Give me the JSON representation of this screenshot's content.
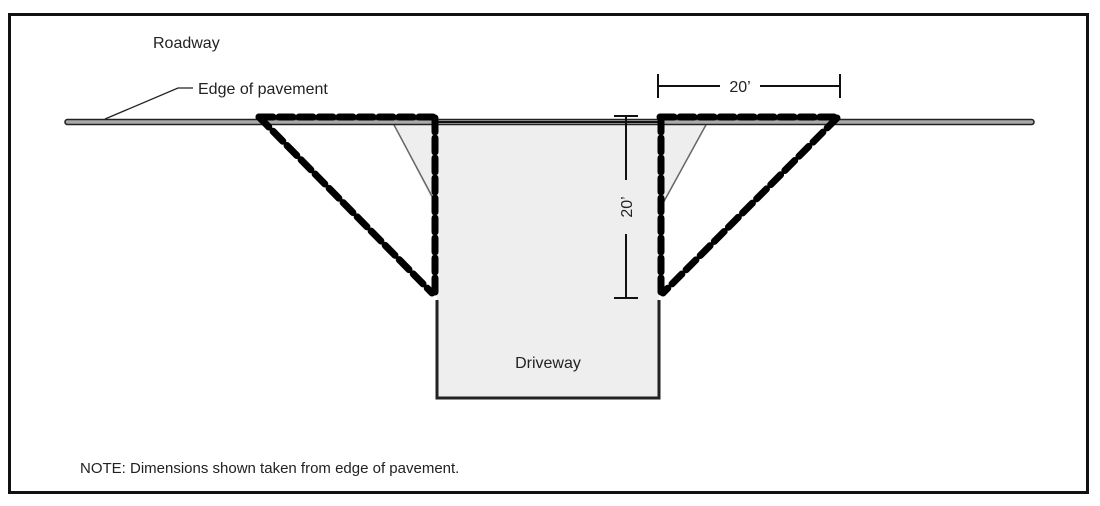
{
  "labels": {
    "roadway": "Roadway",
    "edge_of_pavement": "Edge of pavement",
    "driveway": "Driveway",
    "note": "NOTE: Dimensions shown taken from edge of pavement."
  },
  "dimensions": {
    "horizontal": "20’",
    "vertical": "20’"
  },
  "colors": {
    "line": "#111111",
    "driveway_fill": "#eeeeee",
    "pavement_fill": "#999999",
    "thin_line": "#666666"
  }
}
